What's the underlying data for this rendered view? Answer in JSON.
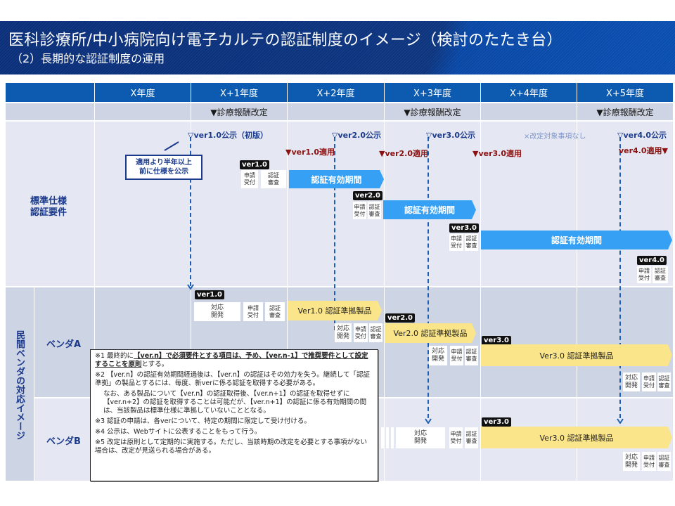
{
  "title": {
    "main": "医科診療所/中小病院向け電子カルテの認証制度のイメージ（検討のたたき台）",
    "sub": "（2）長期的な認証制度の運用"
  },
  "header": {
    "years": [
      "X年度",
      "X+1年度",
      "X+2年度",
      "X+3年度",
      "X+4年度",
      "X+5年度"
    ]
  },
  "revision_row": {
    "label": "▼診療報酬改定",
    "years_with_revision": [
      "X+1年度",
      "X+3年度",
      "X+5年度"
    ]
  },
  "standard_section": {
    "label_line1": "標準仕様",
    "label_line2": "認証要件",
    "callout_line1": "適用より半年以上",
    "callout_line2": "前に仕様を公示",
    "publications": [
      "▽ver1.0公示（初版）",
      "▽ver2.0公示",
      "▽ver3.0公示",
      "▽ver4.0公示"
    ],
    "no_revision_note": "×改定対象事項なし",
    "applications": [
      "▼ver1.0適用",
      "▼ver2.0適用",
      "▼ver3.0適用",
      "ver4.0適用▼"
    ],
    "versions": [
      "ver1.0",
      "ver2.0",
      "ver3.0",
      "ver4.0"
    ],
    "step_apply": "申請\n受付",
    "step_review": "認証\n審査",
    "validity_label": "認証有効期間"
  },
  "vendor_section": {
    "label": "民間ベンダの対応イメージ",
    "vendor_a": "ベンダA",
    "vendor_b": "ベンダB",
    "step_dev": "対応\n開発",
    "products": [
      "Ver1.0 認証準拠製品",
      "Ver2.0 認証準拠製品",
      "Ver3.0 認証準拠製品",
      "Ver3.0 認証準拠製品"
    ]
  },
  "notes": {
    "n1a": "※1 最終的に",
    "n1b": "【ver.n】で必須要件とする項目は、予め、【ver.n-1】で推奨要件として設定することを原則",
    "n1c": "とする。",
    "n2": "※2 【ver.n】の認証有効期間経過後は、【ver.n】の認証はその効力を失う。継続して「認証準拠」の製品とするには、毎度、新verに係る認証を取得する必要がある。",
    "n2b": "なお、ある製品について【ver.n】の認証取得後、【ver.n+1】の認証を取得せずに【ver.n+2】の認証を取得することは可能だが、【ver.n+1】の認証に係る有効期間の間は、当該製品は標準仕様に準拠していないこととなる。",
    "n3": "※3 認証の申請は、各verについて、特定の期間に限定して受け付ける。",
    "n4": "※4 公示は、Webサイトに公表することをもって行う。",
    "n5": "※5 改定は原則として定期的に実施する。ただし、当該時期の改定を必要とする事項がない場合は、改定が見送られる場合がある。"
  }
}
